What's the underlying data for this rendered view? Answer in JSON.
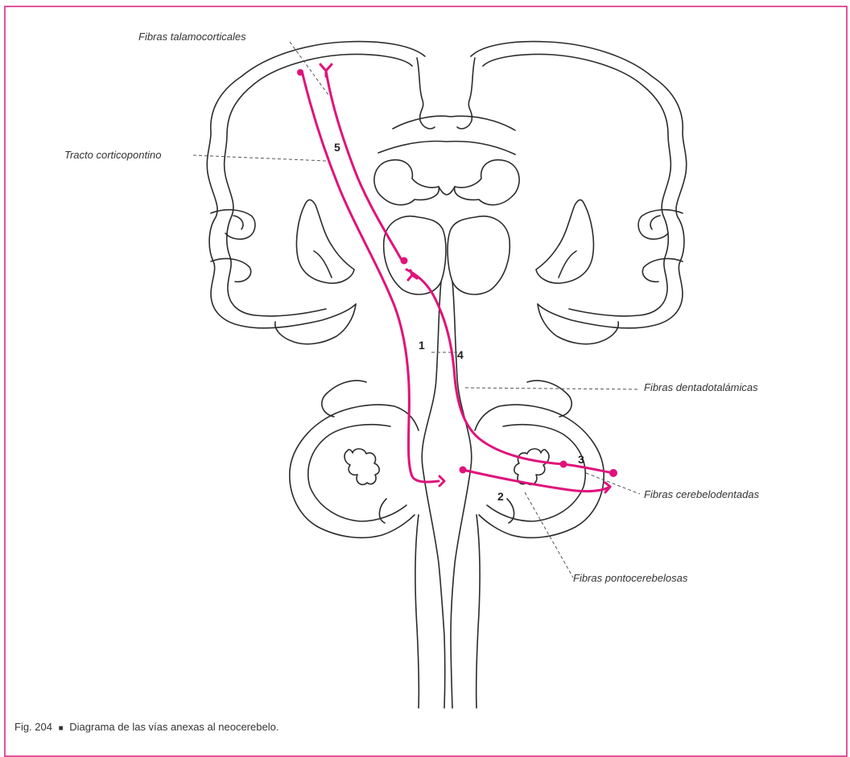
{
  "labels": {
    "fibras_talamocorticales": "Fibras talamocorticales",
    "tracto_corticopontino": "Tracto corticopontino",
    "fibras_dentadotalamicas": "Fibras dentadotalámicas",
    "fibras_cerebelodentadas": "Fibras cerebelodentadas",
    "fibras_pontocerebelosas": "Fibras pontocerebelosas"
  },
  "numbers": {
    "n1": "1",
    "n2": "2",
    "n3": "3",
    "n4": "4",
    "n5": "5"
  },
  "caption": {
    "fig": "Fig. 204",
    "bullet": "■",
    "text": "Diagrama de las vías anexas al neocerebelo."
  },
  "colors": {
    "frame": "#d81b7a",
    "pathway": "#e0127b",
    "outline": "#2b2b2b"
  }
}
